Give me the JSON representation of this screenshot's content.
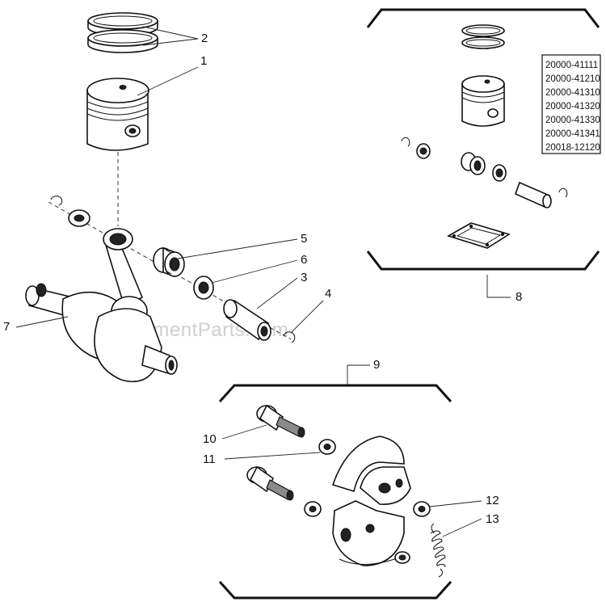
{
  "watermark": "eReplacementParts.com",
  "callouts": {
    "c1": "1",
    "c2": "2",
    "c3": "3",
    "c4": "4",
    "c5": "5",
    "c6": "6",
    "c7": "7",
    "c8": "8",
    "c9": "9",
    "c10": "10",
    "c11": "11",
    "c12": "12",
    "c13": "13"
  },
  "kit_part_numbers": [
    "20000-41111",
    "20000-41210",
    "20000-41310",
    "20000-41320",
    "20000-41330",
    "20000-41341",
    "20018-12120"
  ]
}
